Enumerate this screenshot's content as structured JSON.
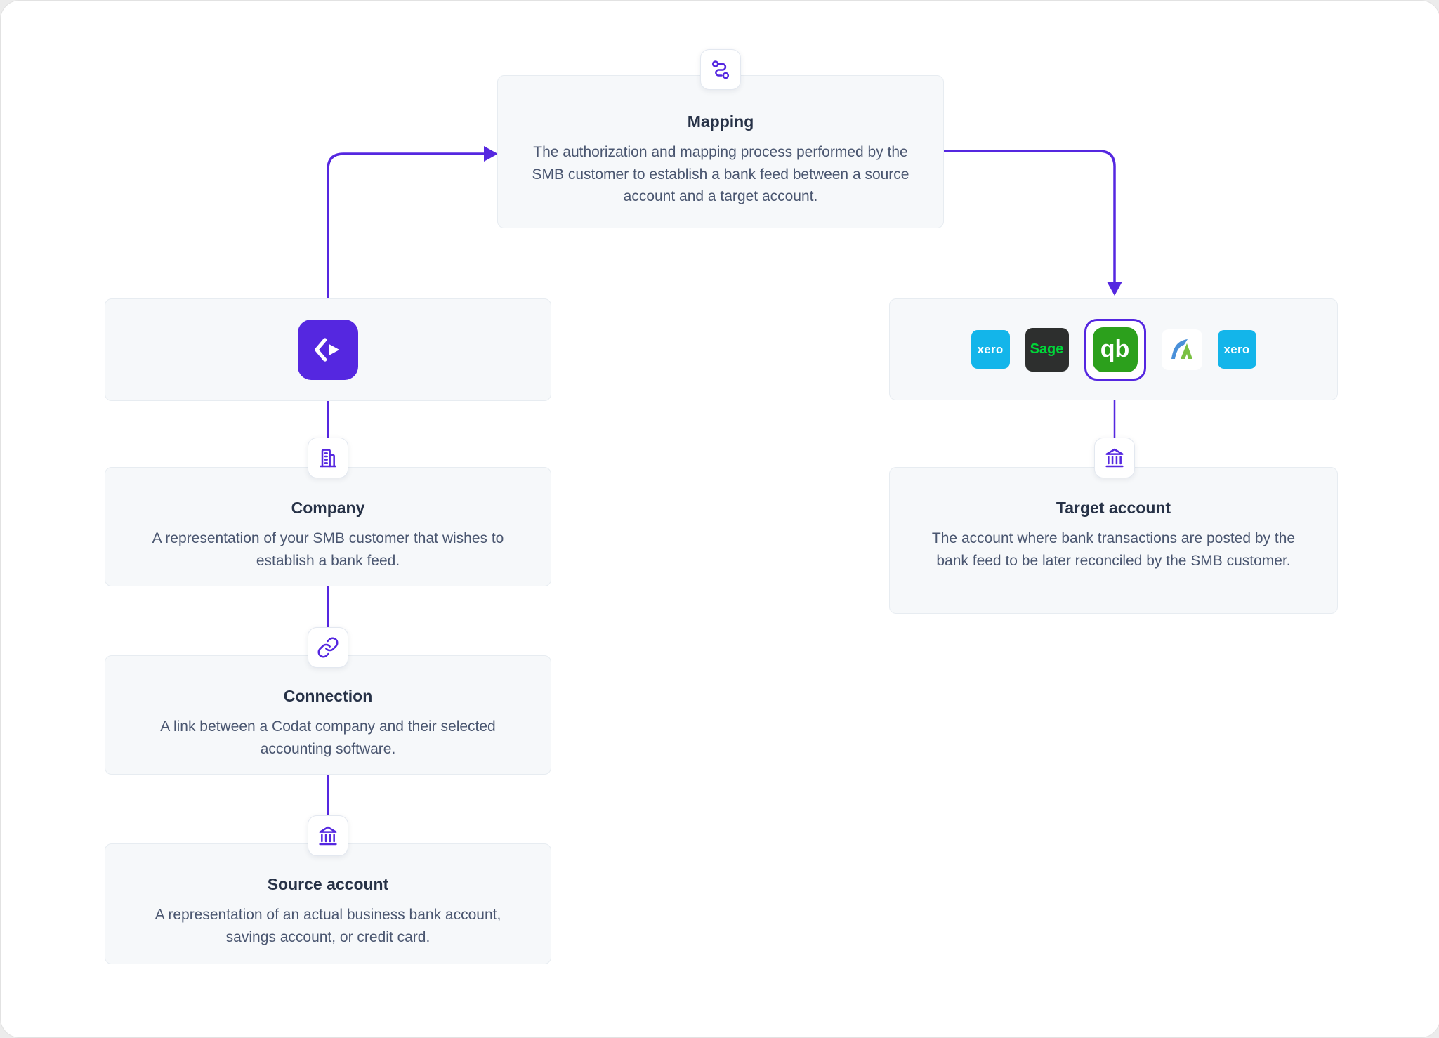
{
  "nodes": {
    "mapping": {
      "title": "Mapping",
      "description": "The authorization and mapping process performed by the SMB customer to establish a bank feed between a source account and a target account.",
      "icon": "route-icon"
    },
    "company": {
      "title": "Company",
      "description": "A representation of your SMB customer that wishes to establish a bank feed.",
      "icon": "building-icon"
    },
    "connection": {
      "title": "Connection",
      "description": "A link between a Codat company and their selected accounting software.",
      "icon": "link-icon"
    },
    "source_account": {
      "title": "Source account",
      "description": "A representation of an actual business bank account, savings account, or credit card.",
      "icon": "bank-icon"
    },
    "target_account": {
      "title": "Target account",
      "description": "The account where bank transactions are posted by the bank feed to be later reconciled by the SMB customer.",
      "icon": "bank-icon"
    }
  },
  "logos": {
    "codat": "codat-logo",
    "xero_left": "xero",
    "sage": "Sage",
    "quickbooks": "qb",
    "freeagent": "freeagent-logo",
    "xero_right": "xero"
  },
  "colors": {
    "accent_purple": "#5527e0",
    "card_background": "#f6f8fa",
    "card_border": "#e7ecf1",
    "title_text": "#273247",
    "body_text": "#4a5670",
    "xero_blue": "#13b5ea",
    "sage_dark": "#2d2f2e",
    "sage_green": "#00d639",
    "quickbooks_green": "#2ca01c"
  }
}
